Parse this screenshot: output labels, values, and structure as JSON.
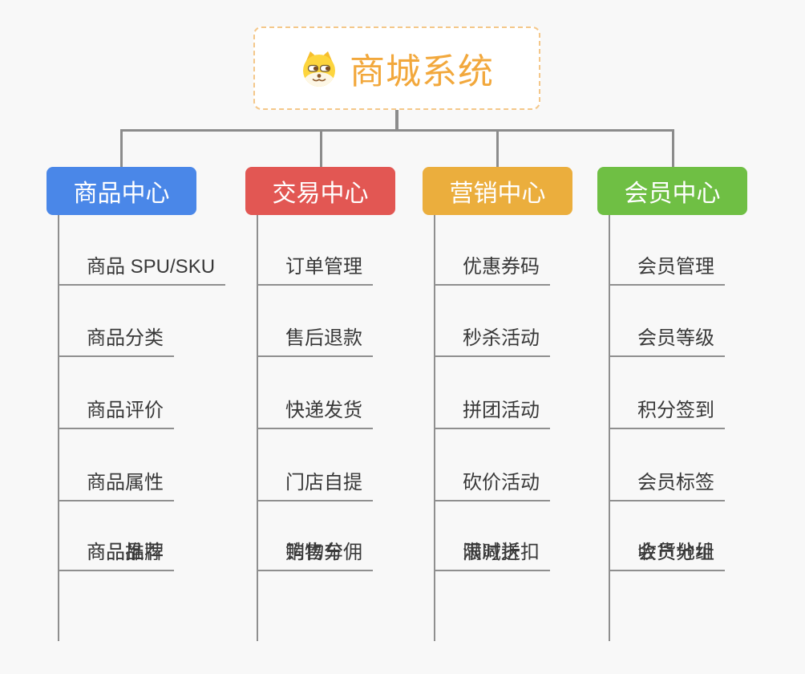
{
  "root": {
    "title": "商城系统",
    "icon": "dog-face-icon"
  },
  "branches": [
    {
      "label": "商品中心",
      "color": "#4a87e8",
      "children": [
        "商品 SPU/SKU",
        "商品分类",
        "商品评价",
        "商品属性",
        "商品推荐",
        "商品品牌"
      ]
    },
    {
      "label": "交易中心",
      "color": "#e25753",
      "children": [
        "订单管理",
        "售后退款",
        "快递发货",
        "门店自提",
        "购物车",
        "销售分佣"
      ]
    },
    {
      "label": "营销中心",
      "color": "#ebae3d",
      "children": [
        "优惠券码",
        "秒杀活动",
        "拼团活动",
        "砍价活动",
        "限时折扣",
        "满减送"
      ]
    },
    {
      "label": "会员中心",
      "color": "#6fbf44",
      "children": [
        "会员管理",
        "会员等级",
        "积分签到",
        "会员标签",
        "会员分组",
        "收货地址"
      ]
    }
  ],
  "colors": {
    "background": "#f8f8f8",
    "connector": "#8c8c8c",
    "child_line": "#8f8f8f",
    "root_border": "#f4c789",
    "root_text": "#f2a83c",
    "child_text": "#383838"
  }
}
